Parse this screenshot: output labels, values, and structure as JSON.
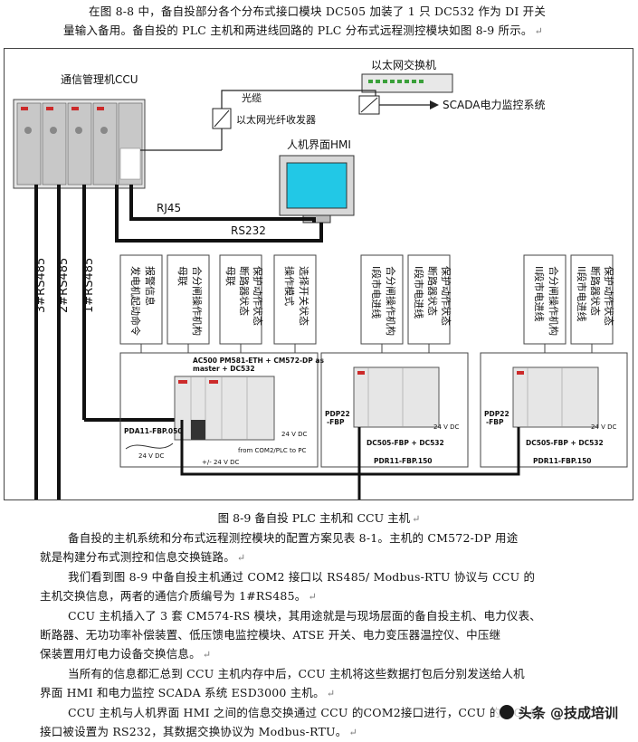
{
  "intro": {
    "line1": "在图 8-8 中，备自投部分各个分布式接口模块 DC505 加装了 1 只 DC532 作为 DI 开关",
    "line2": "量输入备用。备自投的 PLC 主机和两进线回路的 PLC 分布式远程测控模块如图 8-9 所示。"
  },
  "diagram": {
    "ccu_title": "通信管理机CCU",
    "ethernet_switch": "以太网交换机",
    "fiber": "光缆",
    "fiber_transceiver": "以太网光纤收发器",
    "scada": "SCADA电力监控系统",
    "hmi": "人机界面HMI",
    "rj45": "RJ45",
    "rs232": "RS232",
    "bus_labels": [
      "3#RS485",
      "2#RS485",
      "1#RS485"
    ],
    "main_signals": [
      [
        "发电机起动命令",
        "报警信息"
      ],
      [
        "母联",
        "合分闸操作机构"
      ],
      [
        "母联",
        "断路器状态",
        "保护动作状态"
      ],
      [
        "操作模式",
        "选择开关状态"
      ]
    ],
    "main_module_title": [
      "AC500 PM581-ETH + CM572-DP as",
      "master + DC532"
    ],
    "main_pda": "PDA11-FBP.050",
    "main_24v_left": "24 V DC",
    "main_24v_right": "24 V DC",
    "main_24v_bottom": "+/- 24 V DC",
    "main_from_com2": "from COM2/PLC to PC",
    "remote1_signals": [
      [
        "I段市电进线",
        "合分闸操作机构"
      ],
      [
        "I段市电进线",
        "断路器状态",
        "保护动作状态"
      ]
    ],
    "remote2_signals": [
      [
        "II段市电进线",
        "合分闸操作机构"
      ],
      [
        "II段市电进线",
        "断路器状态",
        "保护动作状态"
      ]
    ],
    "remote_pdp": [
      "PDP22",
      "-FBP"
    ],
    "remote_24v": "24 V DC",
    "remote_module": "DC505-FBP + DC532",
    "remote_pdr": "PDR11-FBP.150"
  },
  "caption": "图 8-9  备自投 PLC 主机和 CCU 主机",
  "body": [
    [
      "备自投的主机系统和分布式远程测控模块的配置方案见表 8-1。主机的 CM572-DP 用途",
      "就是构建分布式测控和信息交换链路。"
    ],
    [
      "我们看到图 8-9 中备自投主机通过 COM2 接口以 RS485/  Modbus-RTU 协议与 CCU 的",
      "主机交换信息，两者的通信介质编号为 1#RS485。"
    ],
    [
      "CCU 主机插入了 3 套 CM574-RS 模块，其用途就是与现场层面的备自投主机、电力仪表、",
      "断路器、无功功率补偿装置、低压馈电监控模块、ATSE 开关、电力变压器温控仪、中压继",
      "保装置用灯电力设备交换信息。"
    ],
    [
      "当所有的信息都汇总到 CCU 主机内存中后，CCU 主机将这些数据打包后分别发送给人机",
      "界面 HMI 和电力监控 SCADA 系统 ESD3000 主机。"
    ],
    [
      "CCU 主机与人机界面 HMI 之间的信息交换通过 CCU 的COM2接口进行，CCU 的 COM2",
      "接口被设置为 RS232，其数据交换协议为 Modbus-RTU。"
    ]
  ],
  "watermark": "头条 @技成培训"
}
